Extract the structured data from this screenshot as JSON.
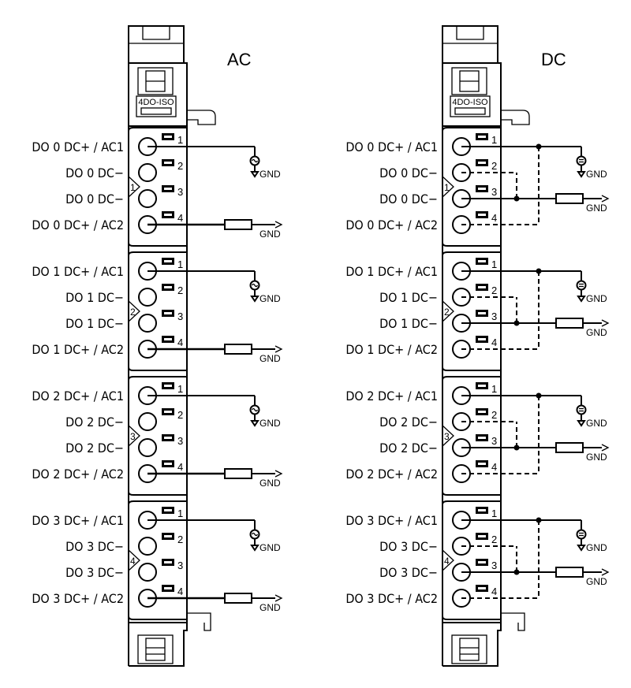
{
  "diagrams": [
    {
      "id": "ac",
      "title": "AC",
      "module_label": "4DO-ISO",
      "ground_label": "GND",
      "channels": [
        {
          "group": "1",
          "labels": [
            "DO 0 DC+ / AC1",
            "DO 0 DC−",
            "DO 0 DC−",
            "DO 0 DC+ / AC2"
          ]
        },
        {
          "group": "2",
          "labels": [
            "DO 1 DC+ / AC1",
            "DO 1 DC−",
            "DO 1 DC−",
            "DO 1 DC+ / AC2"
          ]
        },
        {
          "group": "3",
          "labels": [
            "DO 2 DC+ / AC1",
            "DO 2 DC−",
            "DO 2 DC−",
            "DO 2 DC+ / AC2"
          ]
        },
        {
          "group": "4",
          "labels": [
            "DO 3 DC+ / AC1",
            "DO 3 DC−",
            "DO 3 DC−",
            "DO 3 DC+ / AC2"
          ]
        }
      ]
    },
    {
      "id": "dc",
      "title": "DC",
      "module_label": "4DO-ISO",
      "ground_label": "GND",
      "channels": [
        {
          "group": "1",
          "labels": [
            "DO 0 DC+ / AC1",
            "DO 0 DC−",
            "DO 0 DC−",
            "DO 0 DC+ / AC2"
          ]
        },
        {
          "group": "2",
          "labels": [
            "DO 1 DC+ / AC1",
            "DO 1 DC−",
            "DO 1 DC−",
            "DO 1 DC+ / AC2"
          ]
        },
        {
          "group": "3",
          "labels": [
            "DO 2 DC+ / AC1",
            "DO 2 DC−",
            "DO 2 DC−",
            "DO 2 DC+ / AC2"
          ]
        },
        {
          "group": "4",
          "labels": [
            "DO 3 DC+ / AC1",
            "DO 3 DC−",
            "DO 3 DC−",
            "DO 3 DC+ / AC2"
          ]
        }
      ]
    }
  ],
  "pin_numbers": [
    "1",
    "2",
    "3",
    "4"
  ]
}
